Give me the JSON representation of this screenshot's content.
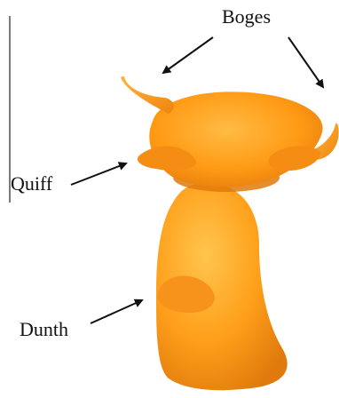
{
  "figure": {
    "labels": {
      "boges": "Boges",
      "quiff": "Quiff",
      "dunth": "Dunth"
    },
    "colors": {
      "body": "#ff9f1a",
      "body_light": "#ffc04a",
      "body_dark": "#d9730a",
      "arrow": "#111111",
      "edge_line": "#222222"
    }
  }
}
